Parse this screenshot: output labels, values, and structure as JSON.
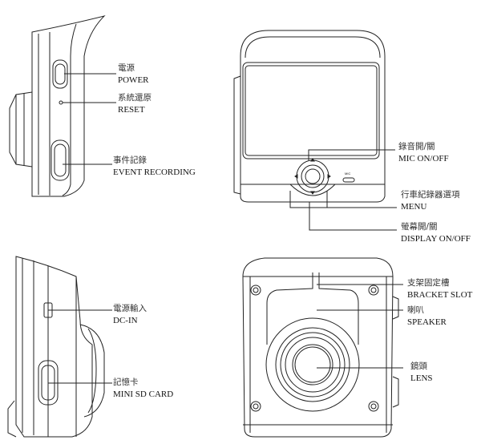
{
  "labels": {
    "power": {
      "zh": "電源",
      "en": "POWER"
    },
    "reset": {
      "zh": "系統還原",
      "en": "RESET"
    },
    "event": {
      "zh": "事件記錄",
      "en": "EVENT RECORDING"
    },
    "mic": {
      "zh": "錄音開/關",
      "en": "MIC ON/OFF"
    },
    "menu": {
      "zh": "行車紀錄器選項",
      "en": "MENU"
    },
    "display": {
      "zh": "螢幕開/關",
      "en": "DISPLAY ON/OFF"
    },
    "dcin": {
      "zh": "電源輸入",
      "en": "DC-IN"
    },
    "sdcard": {
      "zh": "記憶卡",
      "en": "MINI SD CARD"
    },
    "bracket": {
      "zh": "支架固定槽",
      "en": "BRACKET SLOT"
    },
    "speaker": {
      "zh": "喇叭",
      "en": "SPEAKER"
    },
    "lens": {
      "zh": "鏡頭",
      "en": "LENS"
    }
  },
  "device_text": {
    "mic": "MIC"
  },
  "colors": {
    "line": "#222222"
  }
}
